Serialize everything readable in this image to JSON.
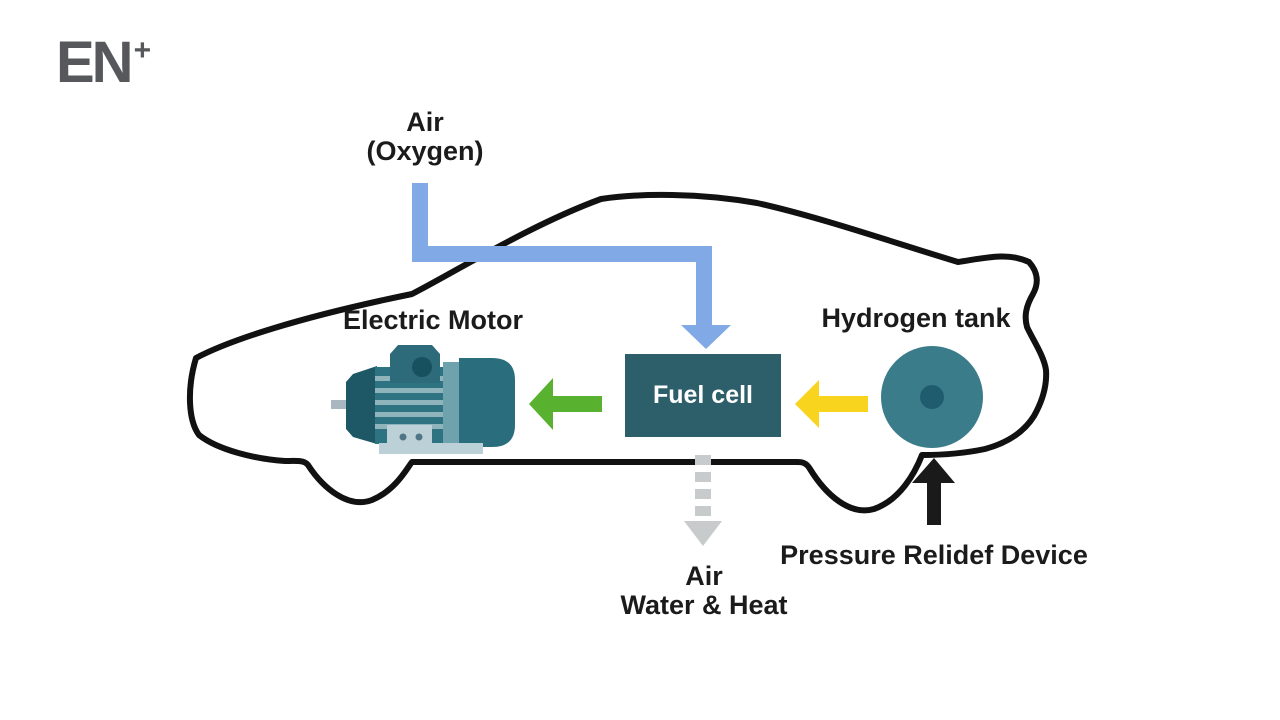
{
  "logo": {
    "text": "EN",
    "plus": "+"
  },
  "labels": {
    "air_intake_line1": "Air",
    "air_intake_line2": "(Oxygen)",
    "electric_motor": "Electric Motor",
    "fuel_cell": "Fuel cell",
    "hydrogen_tank": "Hydrogen tank",
    "pressure_relief": "Pressure Relidef Device",
    "exhaust_line1": "Air",
    "exhaust_line2": "Water & Heat"
  },
  "colors": {
    "air_blue": "#80A9E6",
    "electricity_green": "#58B230",
    "hydrogen_yellow": "#F9D41F",
    "exhaust_gray": "#C8CBCB",
    "arrow_black": "#1A1A1A",
    "car_outline": "#111111",
    "fuel_cell_teal": "#2D5F6B",
    "tank_teal": "#3B7C8B",
    "tank_dot": "#1F5D6E",
    "logo_gray": "#57585B"
  }
}
